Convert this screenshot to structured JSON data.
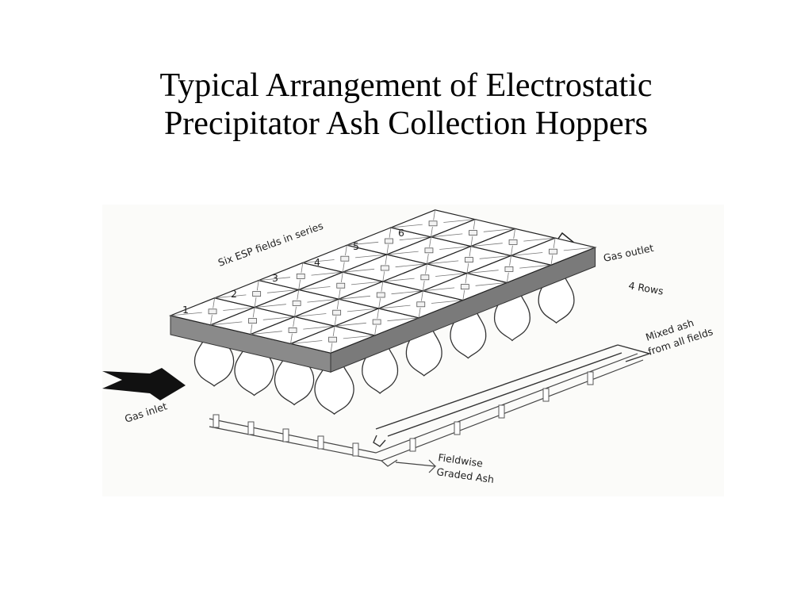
{
  "slide": {
    "title_line1": "Typical Arrangement of Electrostatic",
    "title_line2": "Precipitator Ash Collection Hoppers"
  },
  "diagram": {
    "series_label": "Six ESP fields in series",
    "field_numbers": [
      "1",
      "2",
      "3",
      "4",
      "5",
      "6"
    ],
    "gas_outlet": "Gas outlet",
    "rows_label": "4 Rows",
    "mixed_ash_line1": "Mixed ash",
    "mixed_ash_line2": "from all fields",
    "gas_inlet": "Gas inlet",
    "graded_line1": "Fieldwise",
    "graded_line2": "Graded Ash",
    "fields": 6,
    "rows": 4
  }
}
